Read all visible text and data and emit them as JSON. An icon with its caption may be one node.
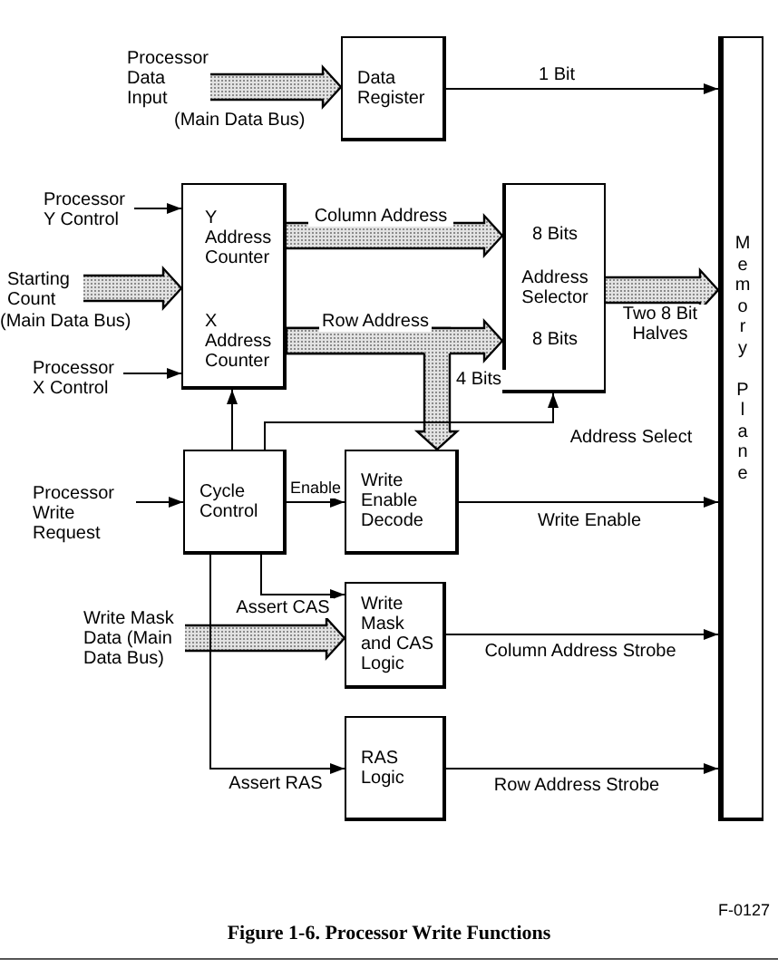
{
  "diagram": {
    "caption": "Figure 1-6. Processor Write Functions",
    "nodes": [
      {
        "text": [
          "Processor Data Input"
        ],
        "beside": [
          "(Main Data Bus)"
        ]
      },
      {
        "text": [
          "Data Register"
        ]
      },
      {
        "text": [
          "Processor Y Control"
        ]
      },
      {
        "text": [
          "Starting Count"
        ],
        "beside": [
          "(Main Data Bus)"
        ]
      },
      {
        "text": [
          "Processor X Control"
        ]
      },
      {
        "text": [],
        "shape": "box"
      },
      {
        "text": [
          "Y Address Counter"
        ],
        "in": 5
      },
      {
        "text": [
          "X Address Counter"
        ],
        "in": 5
      },
      {
        "text": [
          "8 Bits",
          "Address Selector",
          "8 Bits"
        ]
      },
      {
        "text": [
          "Memory Plane"
        ]
      },
      {
        "text": [
          "Processor Write Request"
        ]
      },
      {
        "text": [
          "Cycle Control"
        ]
      },
      {
        "text": [
          "Write Enable Decode"
        ]
      },
      {
        "text": [
          "Write Mask Data (Main Data Bus)"
        ]
      },
      {
        "text": [
          "Write Mask and CAS Logic"
        ]
      },
      {
        "text": [
          "RAS Logic"
        ]
      }
    ],
    "edges": [
      {
        "from": 0,
        "to": 1,
        "arrow": "to",
        "style": "thick"
      },
      {
        "from": 1,
        "to": 9,
        "arrow": "to",
        "label": "1 Bit"
      },
      {
        "from": 2,
        "to": 6,
        "arrow": "to"
      },
      {
        "from": 3,
        "to": 5,
        "arrow": "to",
        "style": "thick"
      },
      {
        "from": 4,
        "to": 7,
        "arrow": "to"
      },
      {
        "from": 6,
        "to": 8,
        "arrow": "to",
        "style": "thick",
        "label": "Column Address"
      },
      {
        "from": 7,
        "to": 8,
        "arrow": "to",
        "style": "thick",
        "label": "Row Address"
      },
      {
        "from": 7,
        "to": 12,
        "arrow": "to",
        "style": "thick",
        "label": "4 Bits"
      },
      {
        "from": 8,
        "to": 9,
        "arrow": "to",
        "style": "thick",
        "label": "Two 8 Bit Halves"
      },
      {
        "from": 11,
        "to": 8,
        "arrow": "to",
        "label": "Address Select"
      },
      {
        "from": 11,
        "to": 7,
        "arrow": "to"
      },
      {
        "from": 10,
        "to": 11,
        "arrow": "to"
      },
      {
        "from": 11,
        "to": 12,
        "arrow": "to",
        "label": "Enable"
      },
      {
        "from": 12,
        "to": 9,
        "arrow": "to",
        "label": "Write Enable"
      },
      {
        "from": 11,
        "to": 14,
        "arrow": "to",
        "label": "Assert CAS"
      },
      {
        "from": 13,
        "to": 14,
        "arrow": "to",
        "style": "thick"
      },
      {
        "from": 14,
        "to": 9,
        "arrow": "to",
        "label": "Column Address Strobe"
      },
      {
        "from": 11,
        "to": 15,
        "arrow": "to",
        "label": "Assert RAS"
      },
      {
        "from": 15,
        "to": 9,
        "arrow": "to",
        "label": "Row Address Strobe"
      }
    ],
    "labels": [
      "F-0127"
    ]
  }
}
